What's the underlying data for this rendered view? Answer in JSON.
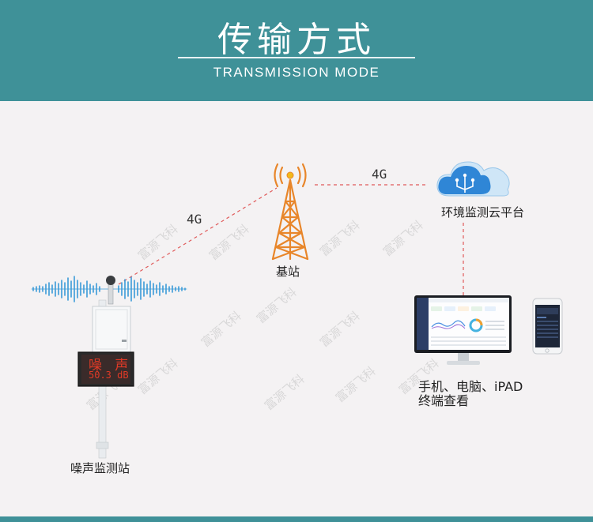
{
  "header": {
    "title": "传输方式",
    "subtitle": "TRANSMISSION MODE"
  },
  "links": {
    "left_label": "4G",
    "right_label": "4G"
  },
  "nodes": {
    "base_station": "基站",
    "cloud_platform": "环境监测云平台",
    "noise_station": "噪声监测站",
    "devices_line1": "手机、电脑、iPAD",
    "devices_line2": "终端查看"
  },
  "led_display": {
    "line1": "噪 声",
    "line2": "50.3 dB"
  },
  "watermark": "富源飞科",
  "colors": {
    "header": "#3f9198",
    "tower": "#e8862a",
    "link_dash": "#e05a5a",
    "led": "#e23a26",
    "cloud": "#2f86d6"
  }
}
